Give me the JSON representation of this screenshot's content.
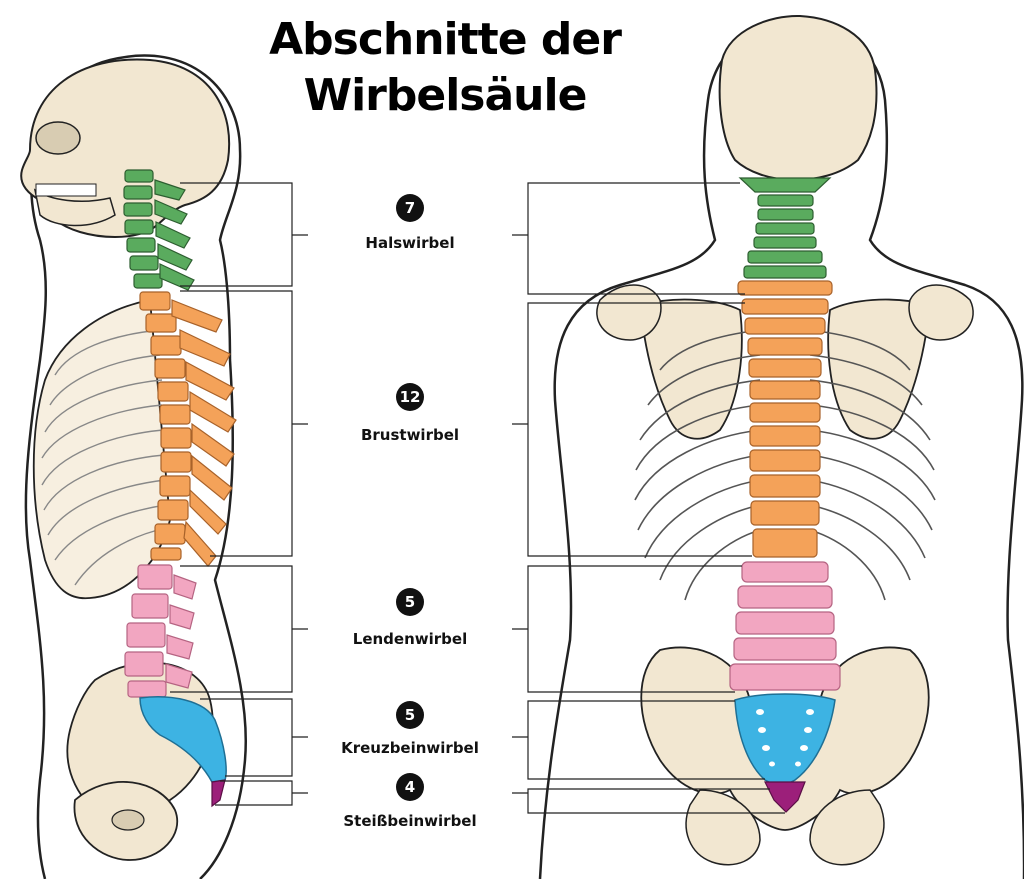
{
  "title": {
    "line1": "Abschnitte der",
    "line2": "Wirbelsäule"
  },
  "regions": [
    {
      "key": "cervical",
      "count": "7",
      "label": "Halswirbel",
      "color": "#5aab5e"
    },
    {
      "key": "thoracic",
      "count": "12",
      "label": "Brustwirbel",
      "color": "#f4a259"
    },
    {
      "key": "lumbar",
      "count": "5",
      "label": "Lendenwirbel",
      "color": "#f2a6c1"
    },
    {
      "key": "sacral",
      "count": "5",
      "label": "Kreuzbeinwirbel",
      "color": "#3db3e3"
    },
    {
      "key": "coccygeal",
      "count": "4",
      "label": "Steißbeinwirbel",
      "color": "#9c1f7a"
    }
  ],
  "colors": {
    "bone": "#f2e7d1",
    "outline": "#222222",
    "rib": "#f7efe0"
  }
}
